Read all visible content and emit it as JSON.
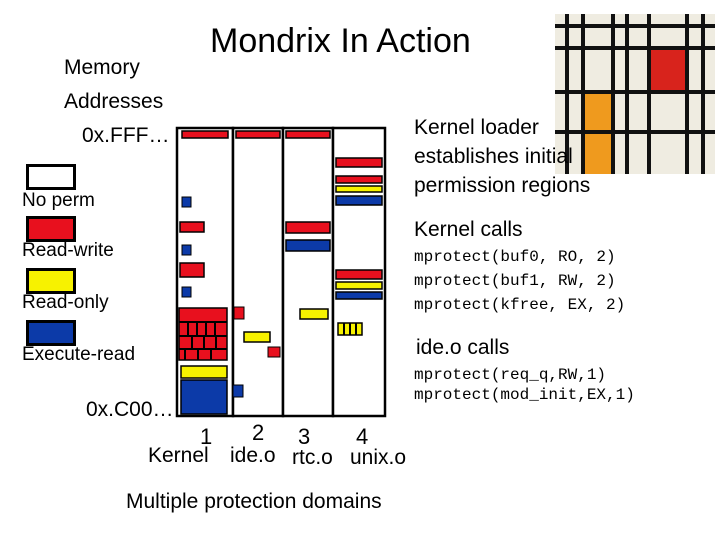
{
  "title": "Mondrix In Action",
  "axis": {
    "label_line1": "Memory",
    "label_line2": "Addresses",
    "top_address": "0x.FFF…",
    "bottom_address": "0x.C00…"
  },
  "legend": [
    {
      "label": "No perm",
      "color": "#ffffff"
    },
    {
      "label": "Read-write",
      "color": "#e8101e"
    },
    {
      "label": "Read-only",
      "color": "#f7f200"
    },
    {
      "label": "Execute-read",
      "color": "#0c3aa8"
    }
  ],
  "columns": [
    {
      "number": "1",
      "name": "Kernel"
    },
    {
      "number": "2",
      "name": "ide.o"
    },
    {
      "number": "3",
      "name": "rtc.o"
    },
    {
      "number": "4",
      "name": "unix.o"
    }
  ],
  "notes": {
    "loader_line1": "Kernel loader",
    "loader_line2": "establishes initial",
    "loader_line3": "permission regions",
    "kernel_calls": "Kernel calls",
    "kernel_code": [
      "mprotect(buf0, RO, 2)",
      "mprotect(buf1, RW, 2)",
      "mprotect(kfree, EX, 2)"
    ],
    "ide_calls": "ide.o calls",
    "ide_code": [
      "mprotect(req_q,RW,1)",
      "mprotect(mod_init,EX,1)"
    ]
  },
  "footer": "Multiple protection domains",
  "colors": {
    "red": "#e8101e",
    "yellow": "#f7f200",
    "blue": "#0c3aa8",
    "black": "#000000"
  }
}
